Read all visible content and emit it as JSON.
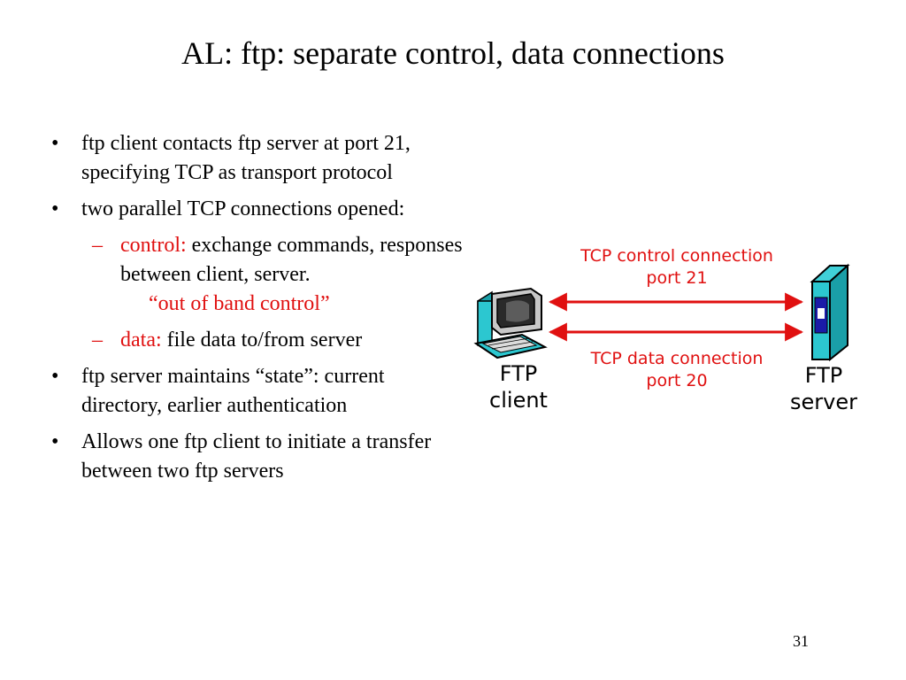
{
  "slide": {
    "title": "AL: ftp: separate control, data connections",
    "page_number": "31"
  },
  "bullets": {
    "b1": "ftp client contacts ftp server at port 21, specifying TCP as transport protocol",
    "b2": "two parallel TCP connections opened:",
    "b2_control_label": "control:",
    "b2_control_text": " exchange commands, responses between client, server.",
    "b2_quote": "“out of band control”",
    "b2_data_label": "data:",
    "b2_data_text": " file data to/from server",
    "b3": "ftp server maintains “state”: current directory, earlier authentication",
    "b4": "Allows one ftp client to initiate a transfer between two ftp servers",
    "bullet_mark": "•",
    "dash_mark": "–"
  },
  "diagram": {
    "control_conn_label": "TCP control connection",
    "control_conn_port": "port 21",
    "data_conn_label": "TCP data connection",
    "data_conn_port": "port 20",
    "client_label_1": "FTP",
    "client_label_2": "client",
    "server_label_1": "FTP",
    "server_label_2": "server",
    "arrow_color": "#e01010",
    "label_color": "#e01010",
    "client_icon": "desktop-computer-icon",
    "server_icon": "server-tower-icon"
  }
}
